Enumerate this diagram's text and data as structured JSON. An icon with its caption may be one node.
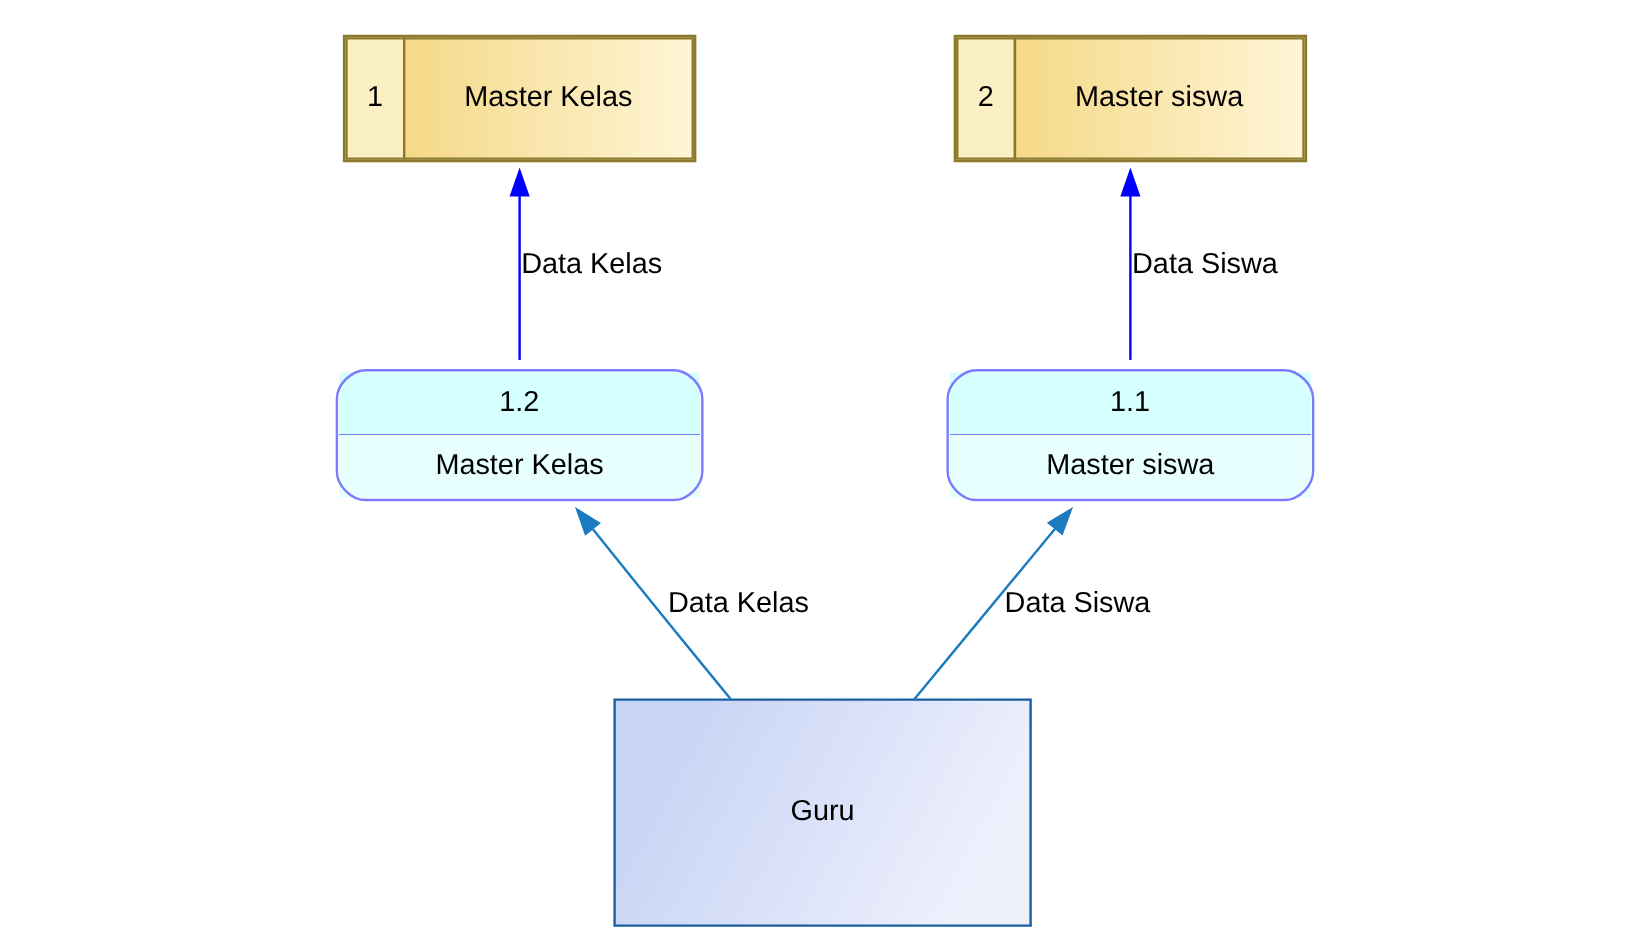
{
  "diagram": {
    "nodes": [
      {
        "text": [
          "1",
          "Master Kelas"
        ]
      },
      {
        "text": [
          "2",
          "Master siswa"
        ]
      },
      {
        "text": [
          "1.2",
          "Master Kelas"
        ]
      },
      {
        "text": [
          "1.1",
          "Master siswa"
        ]
      },
      {
        "text": [
          "Guru"
        ]
      }
    ],
    "edges": [
      {
        "from": 2,
        "to": 0,
        "arrow": "to",
        "label": "Data Kelas",
        "color": "#0000ff"
      },
      {
        "from": 3,
        "to": 1,
        "arrow": "to",
        "label": "Data Siswa",
        "color": "#0000ff"
      },
      {
        "from": 4,
        "to": 2,
        "arrow": "to",
        "label": "Data Kelas",
        "color": "#1a7bbf"
      },
      {
        "from": 4,
        "to": 3,
        "arrow": "to",
        "label": "Data Siswa",
        "color": "#1a7bbf"
      }
    ]
  }
}
